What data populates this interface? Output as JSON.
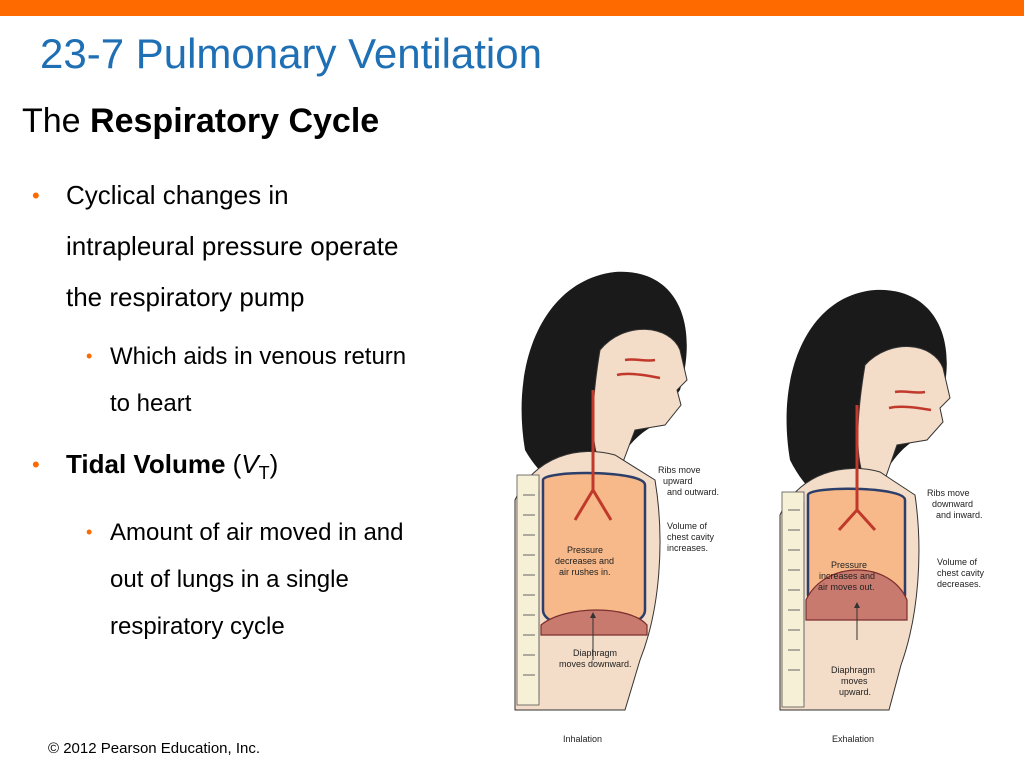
{
  "slide": {
    "title": "23-7 Pulmonary Ventilation",
    "subtitle_prefix": "The ",
    "subtitle_bold": "Respiratory Cycle",
    "bullets": [
      {
        "lines": [
          "Cyclical changes in",
          "intrapleural pressure operate",
          "the respiratory pump"
        ],
        "sub": [
          "Which aids in venous return",
          "to heart"
        ]
      },
      {
        "bold": "Tidal Volume",
        "rest_open": " (",
        "var": "V",
        "sub_T": "T",
        "rest_close": ")",
        "sub": [
          "Amount of air moved in and",
          "out of lungs in a single",
          "respiratory cycle"
        ]
      }
    ],
    "footer": "© 2012 Pearson Education, Inc."
  },
  "figure": {
    "inhalation": {
      "caption": "Inhalation",
      "ribs": [
        "Ribs move",
        "upward",
        "and outward."
      ],
      "volume": [
        "Volume of",
        "chest cavity",
        "increases."
      ],
      "pressure": [
        "Pressure",
        "decreases and",
        "air rushes in."
      ],
      "diaphragm": [
        "Diaphragm",
        "moves downward."
      ]
    },
    "exhalation": {
      "caption": "Exhalation",
      "ribs": [
        "Ribs move",
        "downward",
        "and inward."
      ],
      "volume": [
        "Volume of",
        "chest cavity",
        "decreases."
      ],
      "pressure": [
        "Pressure",
        "increases and",
        "air moves out."
      ],
      "diaphragm": [
        "Diaphragm",
        "moves",
        "upward."
      ]
    },
    "colors": {
      "accent": "#ff6a00",
      "title": "#1f6fb5",
      "lung": "#f7b98a",
      "hair": "#1a1a1a"
    }
  }
}
